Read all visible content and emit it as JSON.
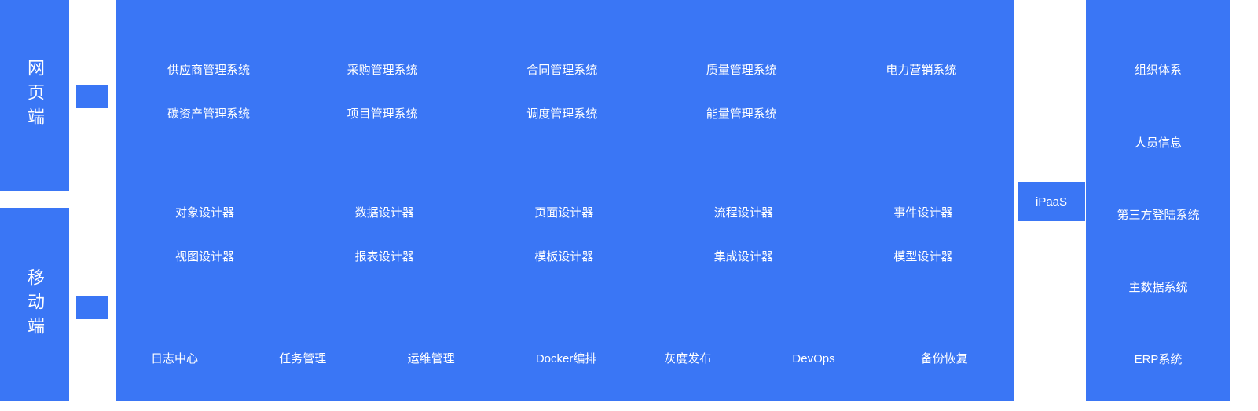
{
  "colors": {
    "primary": "#3A76F5",
    "text_on_primary": "#FFFFFF"
  },
  "clients": {
    "web_label": "网页端",
    "mobile_label": "移动端"
  },
  "platform": {
    "business_systems_row1": [
      "供应商管理系统",
      "采购管理系统",
      "合同管理系统",
      "质量管理系统",
      "电力营销系统"
    ],
    "business_systems_row2": [
      "碳资产管理系统",
      "项目管理系统",
      "调度管理系统",
      "能量管理系统"
    ],
    "designers_row1": [
      "对象设计器",
      "数据设计器",
      "页面设计器",
      "流程设计器",
      "事件设计器"
    ],
    "designers_row2": [
      "视图设计器",
      "报表设计器",
      "模板设计器",
      "集成设计器",
      "模型设计器"
    ],
    "ops_tools": [
      "日志中心",
      "任务管理",
      "运维管理",
      "Docker编排",
      "灰度发布",
      "DevOps",
      "备份恢复"
    ]
  },
  "ipaas": {
    "label": "iPaaS"
  },
  "external_systems": [
    "组织体系",
    "人员信息",
    "第三方登陆系统",
    "主数据系统",
    "ERP系统"
  ]
}
